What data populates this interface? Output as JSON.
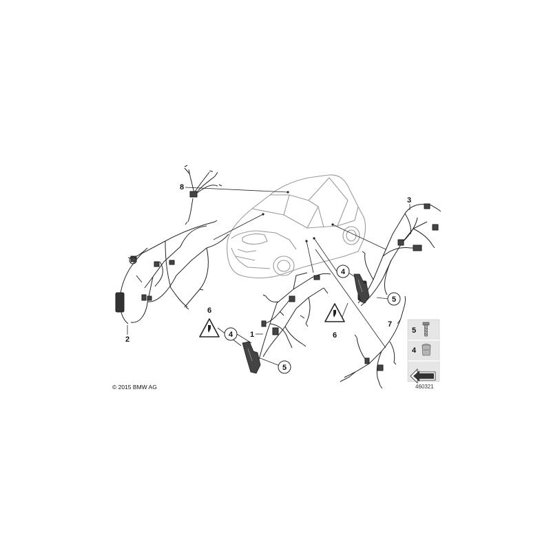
{
  "diagram": {
    "callouts": {
      "item_1": "1",
      "item_2": "2",
      "item_3": "3",
      "item_4_left": "4",
      "item_4_center": "4",
      "item_5_left": "5",
      "item_5_right": "5",
      "item_6_left": "6",
      "item_6_center": "6",
      "item_7": "7",
      "item_8": "8"
    },
    "legend": {
      "item_5": "5",
      "item_4": "4"
    },
    "copyright": "© 2015 BMW AG",
    "diagram_id": "460321"
  },
  "colors": {
    "line": "#222222",
    "car_outline": "#9a9a9a",
    "legend_bg": "#e6e6e6"
  }
}
